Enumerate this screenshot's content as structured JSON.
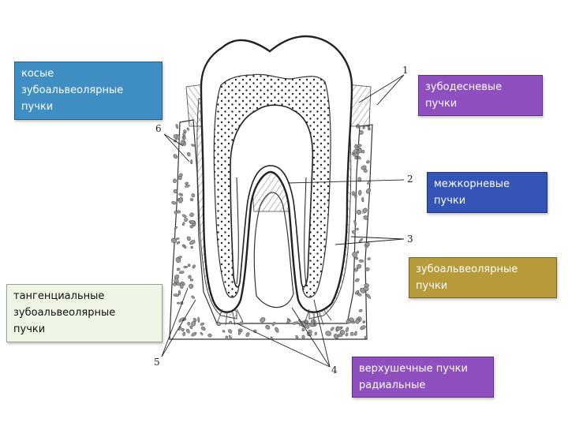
{
  "labels": {
    "oblique": {
      "lines": [
        "косые",
        "зубоальвеолярные",
        "пучки"
      ],
      "bg": "#3f8fc4",
      "color": "#ffffff"
    },
    "dentogingival": {
      "lines": [
        "зубодесневые",
        "пучки"
      ],
      "bg": "#8f4fbf",
      "color": "#ffffff"
    },
    "interradicular": {
      "lines": [
        "межкорневые",
        "пучки"
      ],
      "bg": "#3554b8",
      "color": "#ffffff"
    },
    "dentoalveolar": {
      "lines": [
        "зубоальвеолярные",
        "пучки"
      ],
      "bg": "#b79a3a",
      "color": "#ffffff"
    },
    "tangential": {
      "lines": [
        "тангенциальные",
        "зубоальвеолярные",
        "пучки"
      ],
      "bg": "#eef5e4",
      "color": "#111111"
    },
    "apical": {
      "lines": [
        "верхушечные пучки",
        "радиальные"
      ],
      "bg": "#8f4fbf",
      "color": "#ffffff"
    }
  },
  "numbers": {
    "n1": "1",
    "n2": "2",
    "n3": "3",
    "n4": "4",
    "n5": "5",
    "n6": "6"
  }
}
